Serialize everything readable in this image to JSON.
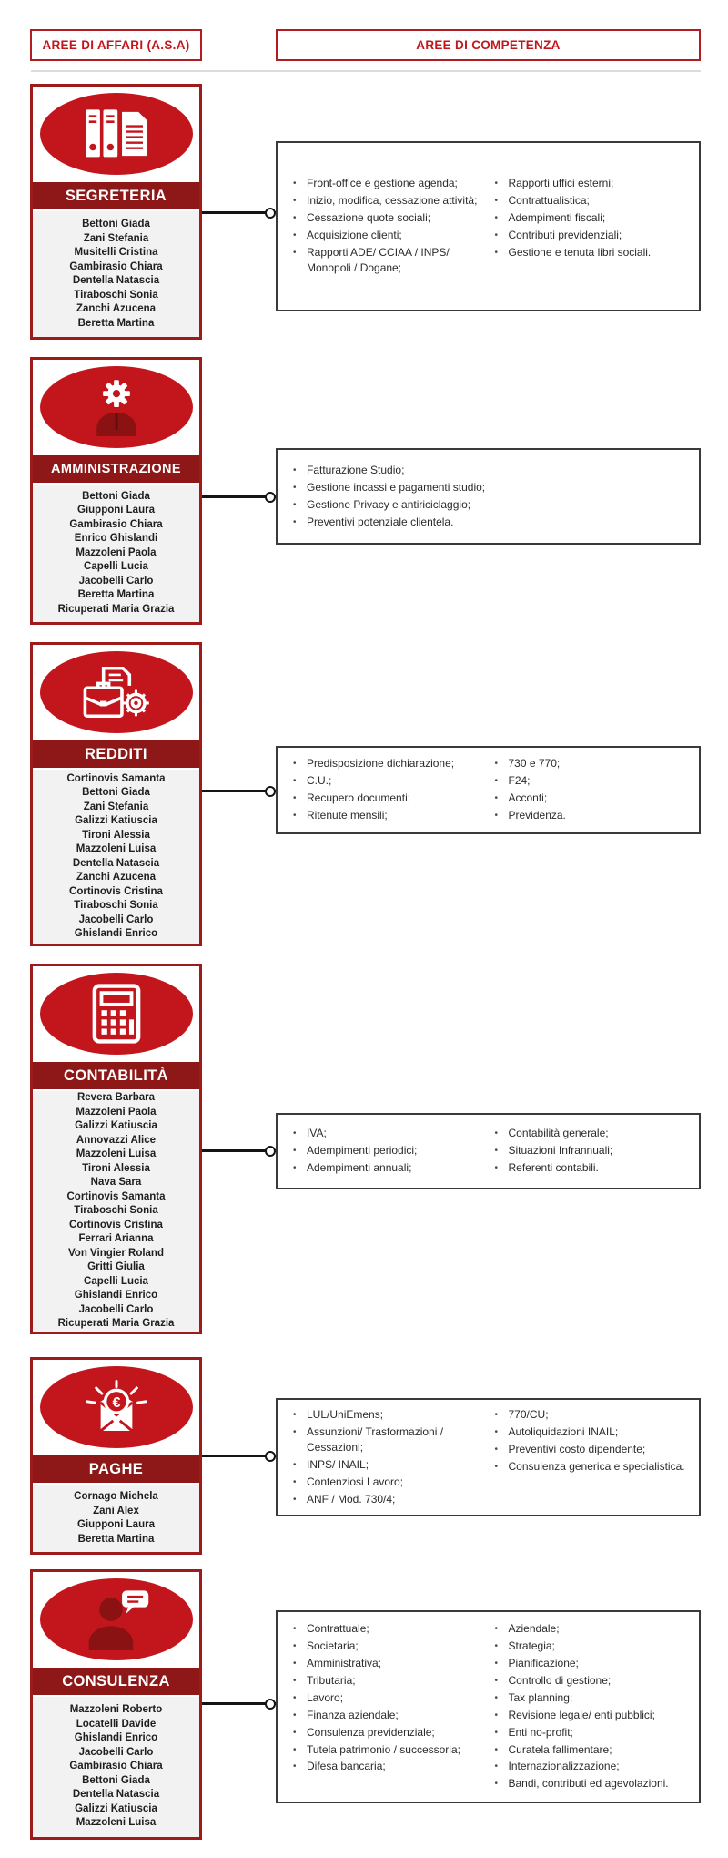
{
  "header": {
    "left_title": "AREE DI AFFARI (A.S.A)",
    "right_title": "AREE DI COMPETENZA"
  },
  "colors": {
    "accent_red": "#c3161c",
    "dark_red_bar": "#8e1717",
    "card_border_red": "#9e1b1b",
    "names_background": "#f2f2f2",
    "competency_border": "#3a3a3a",
    "connector_black": "#141414"
  },
  "sections": [
    {
      "id": "segreteria",
      "title": "SEGRETERIA",
      "icon": "binders-document-icon",
      "members": [
        "Bettoni Giada",
        "Zani Stefania",
        "Musitelli Cristina",
        "Gambirasio Chiara",
        "Dentella Natascia",
        "Tiraboschi Sonia",
        "Zanchi Azucena",
        "Beretta Martina"
      ],
      "competencies_col1": [
        "Front-office e gestione agenda;",
        "Inizio, modifica, cessazione attività;",
        "Cessazione quote sociali;",
        "Acquisizione clienti;",
        "Rapporti ADE/ CCIAA / INPS/ Monopoli / Dogane;"
      ],
      "competencies_col2": [
        "Rapporti uffici esterni;",
        "Contrattualistica;",
        "Adempimenti fiscali;",
        "Contributi previdenziali;",
        "Gestione e tenuta libri sociali."
      ]
    },
    {
      "id": "amministrazione",
      "title": "AMMINISTRAZIONE",
      "icon": "person-gear-icon",
      "members": [
        "Bettoni Giada",
        "Giupponi Laura",
        "Gambirasio Chiara",
        "Enrico Ghislandi",
        "Mazzoleni Paola",
        "Capelli Lucia",
        "Jacobelli Carlo",
        "Beretta Martina",
        "Ricuperati Maria Grazia"
      ],
      "competencies_col1": [
        "Fatturazione Studio;",
        "Gestione incassi e pagamenti studio;",
        "Gestione Privacy e antiriciclaggio;",
        "Preventivi potenziale clientela."
      ],
      "competencies_col2": []
    },
    {
      "id": "redditi",
      "title": "REDDITI",
      "icon": "briefcase-documents-gear-icon",
      "members": [
        "Cortinovis Samanta",
        "Bettoni Giada",
        "Zani Stefania",
        "Galizzi Katiuscia",
        "Tironi Alessia",
        "Mazzoleni Luisa",
        "Dentella Natascia",
        "Zanchi Azucena",
        "Cortinovis Cristina",
        "Tiraboschi Sonia",
        "Jacobelli Carlo",
        "Ghislandi Enrico"
      ],
      "competencies_col1": [
        "Predisposizione dichiarazione;",
        "C.U.;",
        "Recupero documenti;",
        "Ritenute mensili;"
      ],
      "competencies_col2": [
        "730 e 770;",
        "F24;",
        "Acconti;",
        "Previdenza."
      ]
    },
    {
      "id": "contabilita",
      "title": "CONTABILITÀ",
      "icon": "calculator-icon",
      "members": [
        "Revera Barbara",
        "Mazzoleni Paola",
        "Galizzi Katiuscia",
        "Annovazzi Alice",
        "Mazzoleni Luisa",
        "Tironi Alessia",
        "Nava Sara",
        "Cortinovis Samanta",
        "Tiraboschi Sonia",
        "Cortinovis Cristina",
        "Ferrari Arianna",
        "Von Vingier Roland",
        "Gritti Giulia",
        "Capelli Lucia",
        "Ghislandi Enrico",
        "Jacobelli Carlo",
        "Ricuperati Maria Grazia"
      ],
      "competencies_col1": [
        "IVA;",
        "Adempimenti periodici;",
        "Adempimenti annuali;"
      ],
      "competencies_col2": [
        "Contabilità generale;",
        "Situazioni Infrannuali;",
        "Referenti contabili."
      ]
    },
    {
      "id": "paghe",
      "title": "PAGHE",
      "icon": "euro-envelope-icon",
      "members": [
        "Cornago Michela",
        "Zani Alex",
        "Giupponi Laura",
        "Beretta Martina"
      ],
      "competencies_col1": [
        "LUL/UniEmens;",
        "Assunzioni/ Trasformazioni / Cessazioni;",
        "INPS/ INAIL;",
        "Contenziosi Lavoro;",
        "ANF / Mod. 730/4;"
      ],
      "competencies_col2": [
        "770/CU;",
        "Autoliquidazioni INAIL;",
        "Preventivi costo dipendente;",
        "Consulenza generica e specialistica."
      ]
    },
    {
      "id": "consulenza",
      "title": "CONSULENZA",
      "icon": "person-speech-bubble-icon",
      "members": [
        "Mazzoleni Roberto",
        "Locatelli Davide",
        "Ghislandi Enrico",
        "Jacobelli Carlo",
        "Gambirasio Chiara",
        "Bettoni Giada",
        "Dentella Natascia",
        "Galizzi Katiuscia",
        "Mazzoleni Luisa"
      ],
      "competencies_col1": [
        "Contrattuale;",
        "Societaria;",
        "Amministrativa;",
        "Tributaria;",
        "Lavoro;",
        "Finanza aziendale;",
        "Consulenza previdenziale;",
        "Tutela patrimonio / successoria;",
        "Difesa bancaria;"
      ],
      "competencies_col2": [
        "Aziendale;",
        "Strategia;",
        "Pianificazione;",
        "Controllo di gestione;",
        "Tax planning;",
        "Revisione legale/ enti pubblici;",
        "Enti no-profit;",
        "Curatela fallimentare;",
        "Internazionalizzazione;",
        "Bandi, contributi ed agevolazioni."
      ]
    }
  ]
}
